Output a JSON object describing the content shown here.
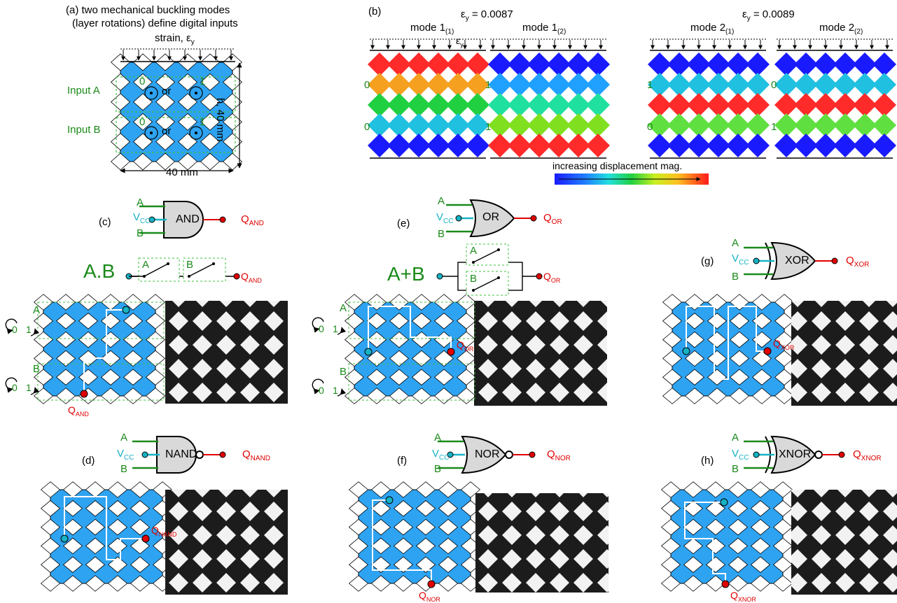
{
  "panel_a": {
    "label": "(a)",
    "title_line1": "two mechanical buckling modes",
    "title_line2": "(layer rotations) define digital inputs",
    "strain_label": "strain, ε",
    "strain_sub": "y",
    "input_a": "Input A",
    "input_b": "Input B",
    "zero": "0",
    "one": "1",
    "or_text": "or",
    "height_label": "h, 40 mm",
    "width_label": "40 mm"
  },
  "panel_b": {
    "label": "(b)",
    "strain1_prefix": "ε",
    "strain1_sub": "y",
    "strain1_value": " = 0.0087",
    "strain2_prefix": "ε",
    "strain2_sub": "y",
    "strain2_value": " = 0.0089",
    "modes": [
      {
        "name": "mode 1",
        "sub": "(1)",
        "left": "0",
        "bottom": "0"
      },
      {
        "name": "mode 1",
        "sub": "(2)",
        "left": "1",
        "bottom": "1"
      },
      {
        "name": "mode 2",
        "sub": "(1)",
        "left": "1",
        "bottom": "0"
      },
      {
        "name": "mode 2",
        "sub": "(2)",
        "left": "0",
        "bottom": "1"
      }
    ],
    "eps_inline": "ε",
    "eps_inline_sub": "y",
    "colorbar_label": "increasing displacement mag."
  },
  "gates": {
    "c": {
      "label": "(c)",
      "name": "AND",
      "out": "Q",
      "out_sub": "AND",
      "expr": "A.B"
    },
    "d": {
      "label": "(d)",
      "name": "NAND",
      "out": "Q",
      "out_sub": "NAND"
    },
    "e": {
      "label": "(e)",
      "name": "OR",
      "out": "Q",
      "out_sub": "OR",
      "expr": "A+B"
    },
    "f": {
      "label": "(f)",
      "name": "NOR",
      "out": "Q",
      "out_sub": "NOR"
    },
    "g": {
      "label": "(g)",
      "name": "XOR",
      "out": "Q",
      "out_sub": "XOR"
    },
    "h": {
      "label": "(h)",
      "name": "XNOR",
      "out": "Q",
      "out_sub": "XNOR"
    }
  },
  "inputs": {
    "a": "A",
    "b": "B",
    "vcc": "V",
    "vcc_sub": "CC",
    "zero": "0",
    "one": "1"
  },
  "colors": {
    "lattice_blue": "#2ea3f2",
    "green": "#1a8a1a",
    "red": "#e00000",
    "cyan": "#16b3c4",
    "gate_fill": "#d9d9d9",
    "photo_bg": "#1c1c1c"
  }
}
